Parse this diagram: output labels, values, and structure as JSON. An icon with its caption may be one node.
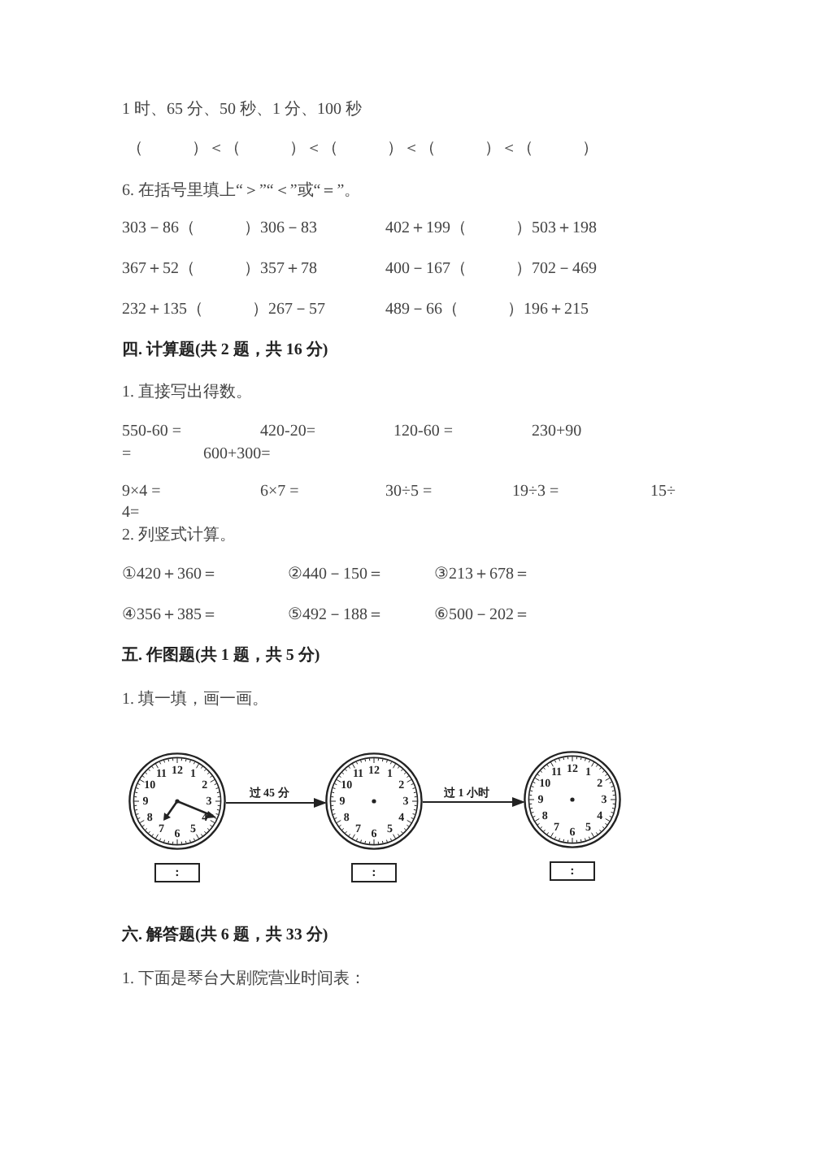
{
  "diagram": {
    "nodes": [
      {
        "text": [
          "12",
          "1",
          "2",
          "3",
          "4",
          "5",
          "6",
          "7",
          "8",
          "9",
          "10",
          "11"
        ],
        "beside": [
          ":"
        ]
      },
      {
        "text": [
          "12",
          "1",
          "2",
          "3",
          "4",
          "5",
          "6",
          "7",
          "8",
          "9",
          "10",
          "11"
        ],
        "beside": [
          ":"
        ]
      },
      {
        "text": [
          "12",
          "1",
          "2",
          "3",
          "4",
          "5",
          "6",
          "7",
          "8",
          "9",
          "10",
          "11"
        ],
        "beside": [
          ":"
        ]
      }
    ],
    "edges": [
      {
        "from": 0,
        "to": 1,
        "arrow": "to",
        "label": "过 45 分"
      },
      {
        "from": 1,
        "to": 2,
        "arrow": "to",
        "label": "过 1 小时"
      }
    ],
    "labels": [
      "1 时、65 分、50 秒、1 分、100 秒",
      "（　　　）＜（　　　）＜（　　　）＜（　　　）＜（　　　）",
      "6. 在括号里填上“＞”“＜”或“＝”。",
      "303－86（　　　）306－83",
      "402＋199（　　　）503＋198",
      "367＋52（　　　）357＋78",
      "400－167（　　　）702－469",
      "232＋135（　　　）267－57",
      "489－66（　　　）196＋215",
      "四. 计算题(共 2 题，共 16 分)",
      "1. 直接写出得数。",
      "550-60 =",
      "420-20=",
      "120-60 =",
      "230+90",
      "=",
      "600+300=",
      "9×4 =",
      "6×7 =",
      "30÷5 =",
      "19÷3 =",
      "15÷",
      "4=",
      "2. 列竖式计算。",
      "①420＋360＝",
      "②440－150＝",
      "③213＋678＝",
      "④356＋385＝",
      "⑤492－188＝",
      "⑥500－202＝",
      "五. 作图题(共 1 题，共 5 分)",
      "1. 填一填，画一画。",
      "六. 解答题(共 6 题，共 33 分)",
      "1. 下面是琴台大剧院营业时间表："
    ]
  }
}
